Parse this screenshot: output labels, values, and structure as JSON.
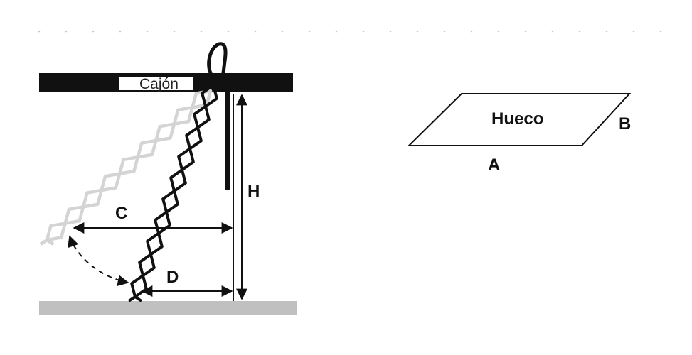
{
  "labels": {
    "cajon": "Cajón",
    "c": "C",
    "d": "D",
    "h": "H",
    "hueco": "Hueco",
    "a": "A",
    "b": "B"
  },
  "colors": {
    "ink": "#111111",
    "ghost_ladder": "#d4d4d4",
    "floor": "#c0c0c0",
    "dots": "#c8c8c8"
  }
}
